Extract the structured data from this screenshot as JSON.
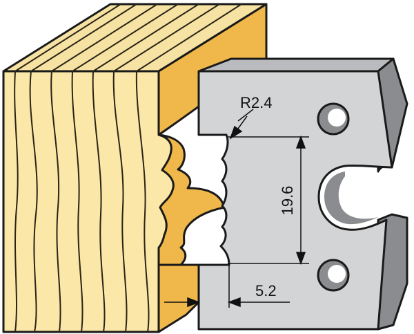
{
  "labels": {
    "radius": "R2.4",
    "height": "19.6",
    "depth": "5.2"
  },
  "colors": {
    "wood_face": "#fbe7a8",
    "wood_top": "#f6e2a2",
    "wood_side": "#f0b84a",
    "grain": "#2a2417",
    "knife_face": "#d3d4d6",
    "knife_side": "#8a8c8f",
    "knife_top": "#b9bbbe",
    "outline": "#1a1a1a"
  }
}
